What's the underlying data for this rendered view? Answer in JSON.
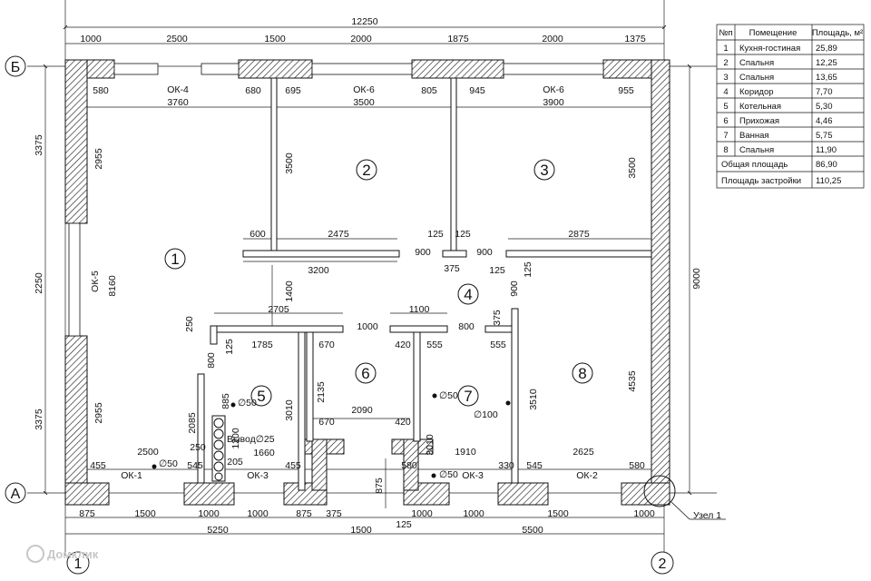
{
  "total_width_dim": "12250",
  "total_height_dim": "9000",
  "top_dims": [
    "1000",
    "2500",
    "1500",
    "2000",
    "1875",
    "2000",
    "1375"
  ],
  "left_dims": [
    "3375",
    "2250",
    "3375"
  ],
  "bottom_dims_row1": [
    "875",
    "1500",
    "1000",
    "1000",
    "875",
    "375",
    "1000",
    "1000",
    "1500",
    "1000"
  ],
  "bottom_dims_row2": [
    "5250",
    "1500",
    "5500"
  ],
  "bottom_dim_small": "125",
  "axes": {
    "top": "Б",
    "bottom_row": "А",
    "left_col": "1",
    "right_col": "2"
  },
  "windows": {
    "ok1": "ОК-1",
    "ok2": "ОК-2",
    "ok3a": "ОК-3",
    "ok3b": "ОК-3",
    "ok4": "ОК-4",
    "ok5": "ОК-5",
    "ok6a": "ОК-6",
    "ok6b": "ОК-6"
  },
  "node_label": "Узел 1",
  "vent_label": "Вывод∅25",
  "pipes": {
    "p50a": "∅50",
    "p50b": "∅50",
    "p50c": "∅50",
    "p50d": "∅50",
    "p100": "∅100"
  },
  "room_numbers": [
    "1",
    "2",
    "3",
    "4",
    "5",
    "6",
    "7",
    "8"
  ],
  "inner_dims": {
    "d580a": "580",
    "d680": "680",
    "d695": "695",
    "d805": "805",
    "d945": "945",
    "d955": "955",
    "d3760": "3760",
    "d3500": "3500",
    "d3900": "3900",
    "d2955a": "2955",
    "d3500v": "3500",
    "d3500v2": "3500",
    "d8160": "8160",
    "d600": "600",
    "d2475": "2475",
    "d125a": "125",
    "d125b": "125",
    "d900a": "900",
    "d900b": "900",
    "d2875": "2875",
    "d3200": "3200",
    "d375": "375",
    "d125c": "125",
    "d125d": "125",
    "d1400": "1400",
    "d900c": "900",
    "d2705": "2705",
    "d1100": "1100",
    "d250": "250",
    "d1000": "1000",
    "d800a": "800",
    "d375b": "375",
    "d125e": "125",
    "d1785": "1785",
    "d670a": "670",
    "d420a": "420",
    "d555a": "555",
    "d555b": "555",
    "d800b": "800",
    "d885": "885",
    "d2085": "2085",
    "d2135": "2135",
    "d3010a": "3010",
    "d3510": "3510",
    "d4535": "4535",
    "d2090": "2090",
    "d670b": "670",
    "d420b": "420",
    "d1200": "1200",
    "d250b": "250",
    "d1660": "1660",
    "d205": "205",
    "d3010b": "3010",
    "d2955b": "2955",
    "d2500": "2500",
    "d1910": "1910",
    "d2625": "2625",
    "d455a": "455",
    "d545a": "545",
    "d455b": "455",
    "d580b": "580",
    "d330": "330",
    "d545b": "545",
    "d580c": "580",
    "d875": "875"
  },
  "room_table": {
    "headers": [
      "№п",
      "Помещение",
      "Площадь, м²"
    ],
    "rows": [
      [
        "1",
        "Кухня-гостиная",
        "25,89"
      ],
      [
        "2",
        "Спальня",
        "12,25"
      ],
      [
        "3",
        "Спальня",
        "13,65"
      ],
      [
        "4",
        "Коридор",
        "7,70"
      ],
      [
        "5",
        "Котельная",
        "5,30"
      ],
      [
        "6",
        "Прихожая",
        "4,46"
      ],
      [
        "7",
        "Ванная",
        "5,75"
      ],
      [
        "8",
        "Спальня",
        "11,90"
      ]
    ],
    "total_area_label": "Общая площадь",
    "total_area_value": "86,90",
    "built_area_label": "Площадь застройки",
    "built_area_value": "110,25"
  },
  "watermark": "Домклик"
}
